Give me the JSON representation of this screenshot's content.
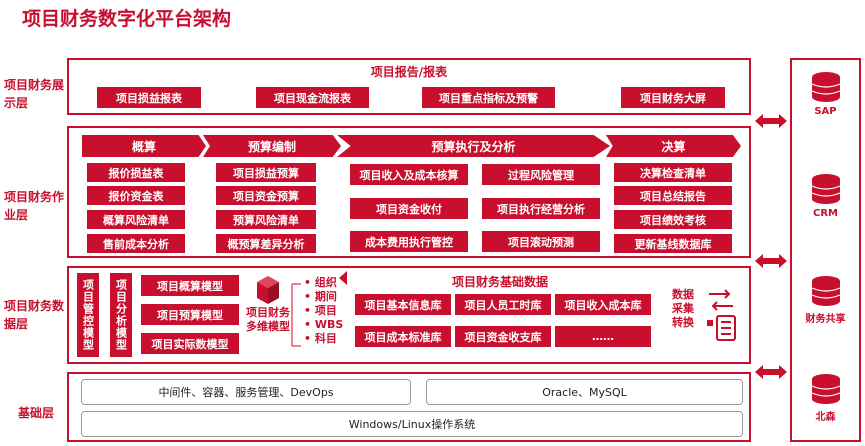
{
  "page": {
    "title": "项目财务数字化平台架构"
  },
  "layers": {
    "display_label": "项目财务展示层",
    "work_label": "项目财务作业层",
    "data_label": "项目财务数据层",
    "base_label": "基础层"
  },
  "display": {
    "header": "项目报告/报表",
    "items": [
      "项目损益报表",
      "项目现金流报表",
      "项目重点指标及预警",
      "项目财务大屏"
    ]
  },
  "work": {
    "stages": [
      "概算",
      "预算编制",
      "预算执行及分析",
      "决算"
    ],
    "col1": [
      "报价损益表",
      "报价资金表",
      "概算风险清单",
      "售前成本分析"
    ],
    "col2": [
      "项目损益预算",
      "项目资金预算",
      "预算风险清单",
      "概预算差异分析"
    ],
    "col3": [
      "项目收入及成本核算",
      "项目资金收付",
      "成本费用执行管控"
    ],
    "col4": [
      "过程风险管理",
      "项目执行经营分析",
      "项目滚动预测"
    ],
    "col5": [
      "决算检查清单",
      "项目总结报告",
      "项目绩效考核",
      "更新基线数据库"
    ]
  },
  "data_layer": {
    "vertical": [
      "项目管控模型",
      "项目分析模型"
    ],
    "models": [
      "项目概算模型",
      "项目预算模型",
      "项目实际数模型"
    ],
    "multi_dim_label": "项目财务多维模型",
    "dims": [
      "组织",
      "期间",
      "项目",
      "WBS",
      "科目"
    ],
    "base_data_title": "项目财务基础数据",
    "base_data": [
      "项目基本信息库",
      "项目人员工时库",
      "项目收入成本库",
      "项目成本标准库",
      "项目资金收支库",
      "……"
    ],
    "collect_label": "数据采集转换"
  },
  "base": {
    "middleware": "中间件、容器、服务管理、DevOps",
    "db": "Oracle、MySQL",
    "os": "Windows/Linux操作系统"
  },
  "systems": [
    "SAP",
    "CRM",
    "财务共享",
    "北森"
  ]
}
